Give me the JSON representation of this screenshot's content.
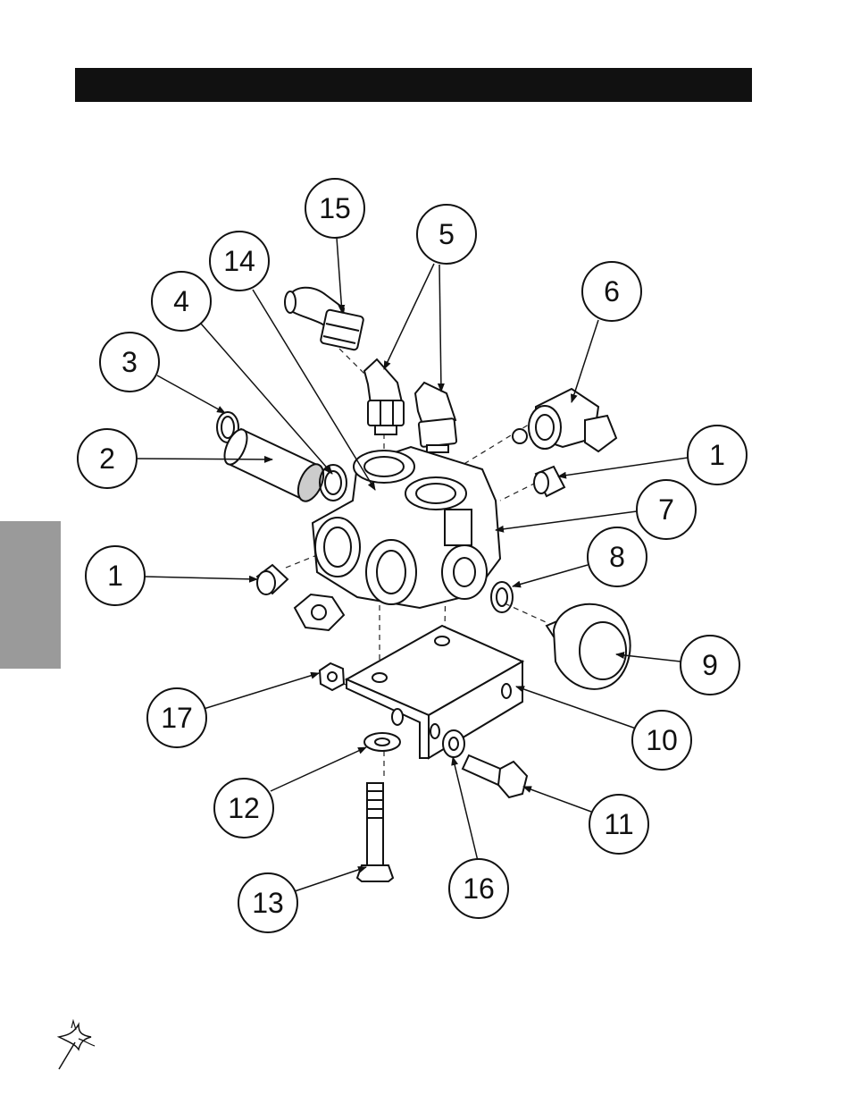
{
  "callouts": [
    {
      "id": "c15",
      "label": "15"
    },
    {
      "id": "c5",
      "label": "5"
    },
    {
      "id": "c14",
      "label": "14"
    },
    {
      "id": "c4",
      "label": "4"
    },
    {
      "id": "c6",
      "label": "6"
    },
    {
      "id": "c3",
      "label": "3"
    },
    {
      "id": "c1a",
      "label": "1"
    },
    {
      "id": "c2",
      "label": "2"
    },
    {
      "id": "c7",
      "label": "7"
    },
    {
      "id": "c1b",
      "label": "1"
    },
    {
      "id": "c8",
      "label": "8"
    },
    {
      "id": "c9",
      "label": "9"
    },
    {
      "id": "c17",
      "label": "17"
    },
    {
      "id": "c10",
      "label": "10"
    },
    {
      "id": "c12",
      "label": "12"
    },
    {
      "id": "c11",
      "label": "11"
    },
    {
      "id": "c16",
      "label": "16"
    },
    {
      "id": "c13",
      "label": "13"
    }
  ],
  "icons": {
    "logo": "star-swoosh-logo-icon"
  },
  "colors": {
    "ink": "#111111",
    "tab": "#9a9a9a"
  }
}
